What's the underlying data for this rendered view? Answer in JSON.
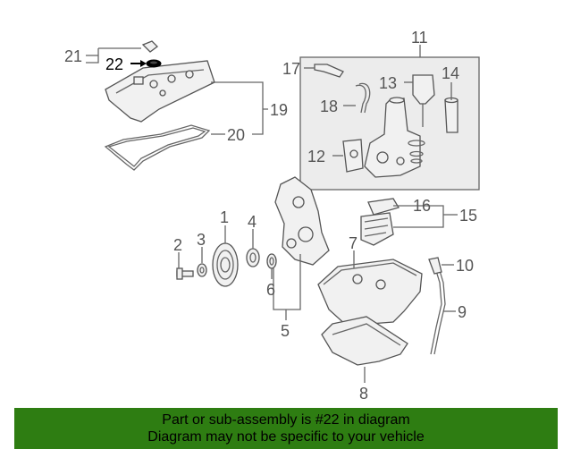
{
  "callouts": {
    "c1": "1",
    "c2": "2",
    "c3": "3",
    "c4": "4",
    "c5": "5",
    "c6": "6",
    "c7": "7",
    "c8": "8",
    "c9": "9",
    "c10": "10",
    "c11": "11",
    "c12": "12",
    "c13": "13",
    "c14": "14",
    "c15": "15",
    "c16": "16",
    "c17": "17",
    "c18": "18",
    "c19": "19",
    "c20": "20",
    "c21": "21",
    "c22": "22"
  },
  "footer": {
    "line1": "Part or sub-assembly is #22 in diagram",
    "line2": "Diagram may not be specific to your vehicle"
  },
  "colors": {
    "footer_bg": "#2e7d12",
    "highlight_part": "#000000"
  }
}
